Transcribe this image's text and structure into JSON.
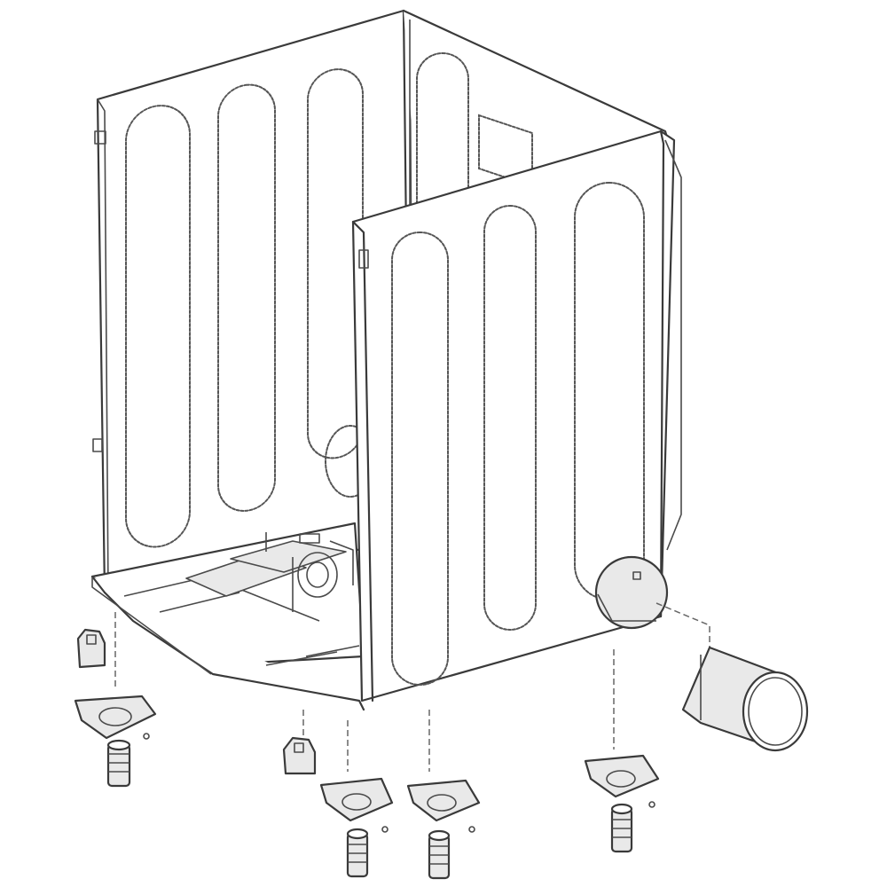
{
  "diagram": {
    "style": "exploded parts line drawing",
    "colors": {
      "line": "#3a3a3a",
      "background": "#ffffff",
      "shade": "#e9e9e9"
    },
    "parts": [
      {
        "name": "cabinet-back-panel",
        "icon": "panel-outline"
      },
      {
        "name": "cabinet-side-panel",
        "icon": "panel-outline"
      },
      {
        "name": "base-pan",
        "icon": "tray-outline"
      },
      {
        "name": "exhaust-duct",
        "icon": "cylinder-outline"
      },
      {
        "name": "leveling-leg",
        "count": 4,
        "icon": "screw-outline"
      },
      {
        "name": "leg-bracket",
        "count": 4,
        "icon": "bracket-outline"
      },
      {
        "name": "bracket-screw",
        "count": 4,
        "icon": "screw-outline"
      },
      {
        "name": "rubber-clip",
        "count": 2,
        "icon": "clip-outline"
      }
    ]
  }
}
